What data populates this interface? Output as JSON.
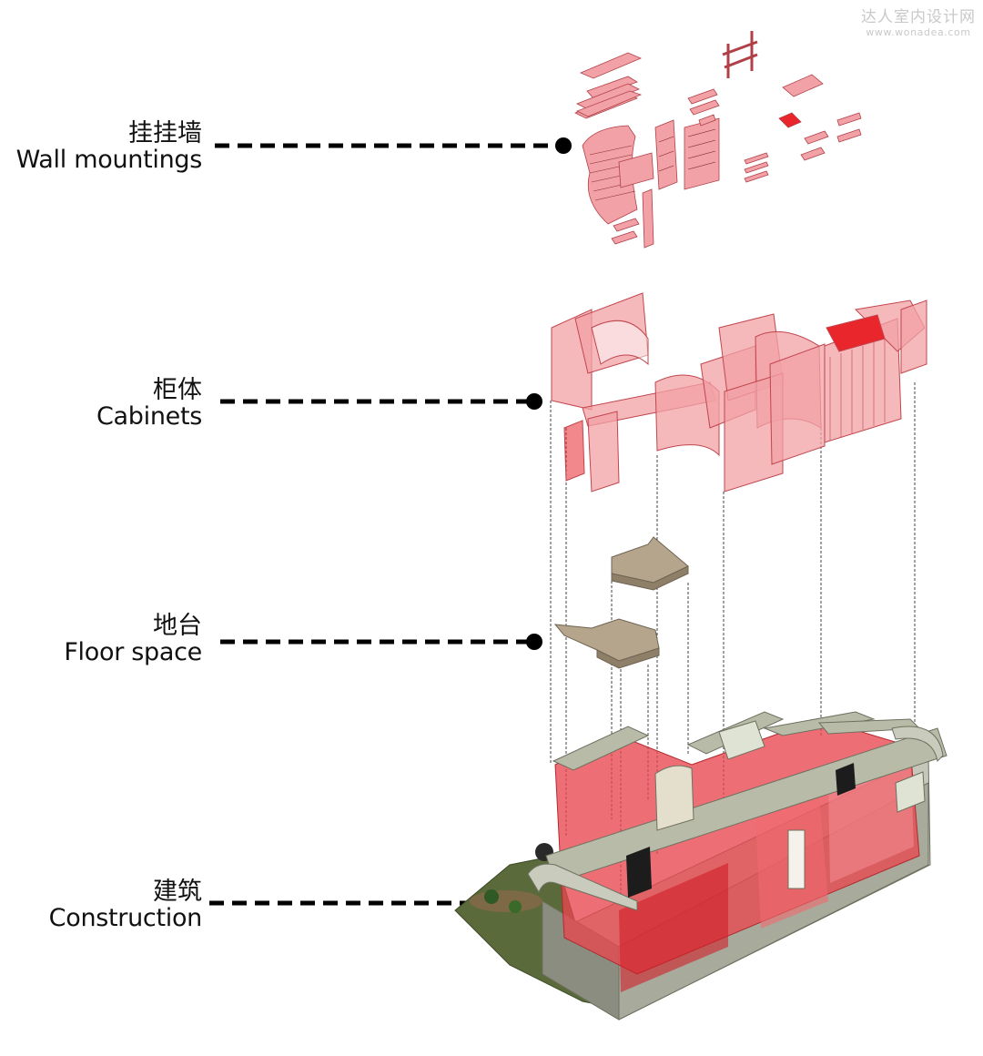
{
  "watermark": {
    "name": "达人室内设计网",
    "url": "www.wonadea.com"
  },
  "layers": [
    {
      "zh": "挂挂墙",
      "en": "Wall mountings"
    },
    {
      "zh": "柜体",
      "en": "Cabinets"
    },
    {
      "zh": "地台",
      "en": "Floor space"
    },
    {
      "zh": "建筑",
      "en": "Construction"
    }
  ],
  "colors": {
    "cabinet_pink": "#f2a1a6",
    "cabinet_stroke": "#c2454d",
    "accent_red": "#e8262c",
    "floor_tan": "#b6a58d",
    "concrete": "#a8ab9c",
    "leader": "#000000"
  }
}
